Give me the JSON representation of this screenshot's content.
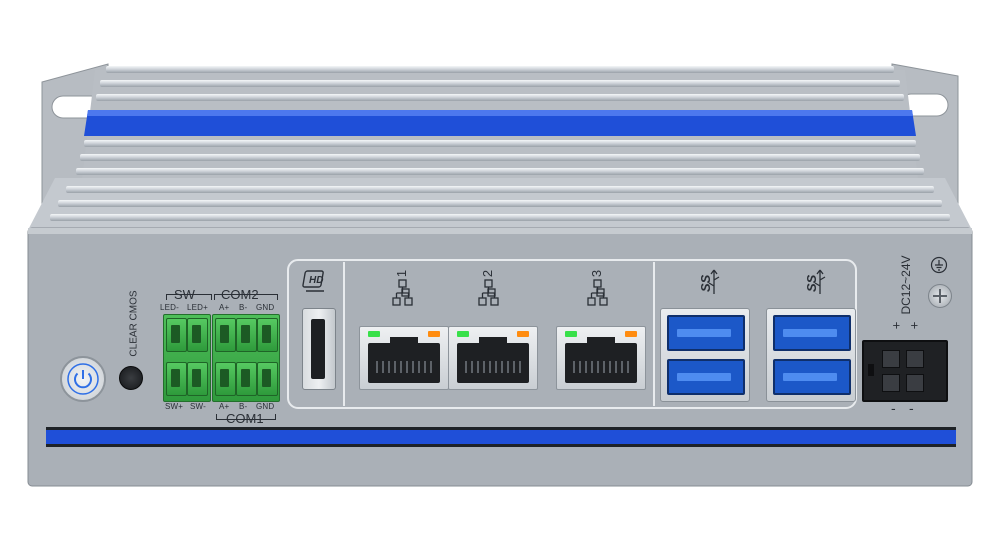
{
  "device": {
    "panel_text": {
      "clear_cmos": "CLEAR CMOS",
      "sw_header": "SW",
      "com2_header": "COM2",
      "top_pins": [
        "LED-",
        "LED+",
        "A+",
        "B-",
        "GND"
      ],
      "bottom_pins": [
        "SW+",
        "SW-",
        "A+",
        "B-",
        "GND"
      ],
      "com1_label": "COM1",
      "hdmi_label": "HD",
      "lan": [
        {
          "number": "1"
        },
        {
          "number": "2"
        },
        {
          "number": "3"
        }
      ],
      "usb_label": "SS",
      "dc_label": "DC12~24V",
      "plus_sign": "+",
      "minus_sign": "-"
    },
    "colors": {
      "chassis": "#a9afb6",
      "blue_accent": "#1f4fd8",
      "terminal_green": "#3fae4a",
      "usb_blue": "#1c58c8",
      "led_green": "#38e04a",
      "led_orange": "#ff8c10"
    },
    "icons": [
      "power-icon",
      "network-icon",
      "usb-superspeed-icon",
      "hdmi-icon",
      "ground-icon"
    ]
  }
}
